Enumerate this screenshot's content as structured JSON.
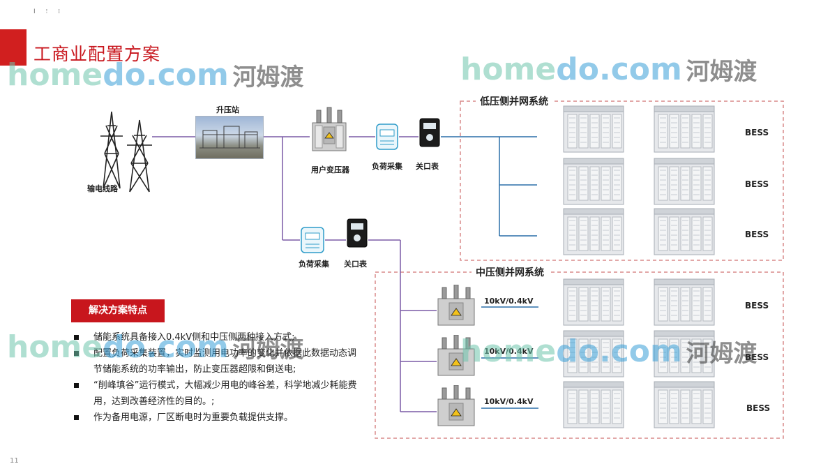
{
  "slide": {
    "title": "工商业配置方案",
    "page_number": "11",
    "header_marks": "I ⁝ ⁞"
  },
  "diagram": {
    "transmission_label": "输电线路",
    "substation_label": "升压站",
    "user_transformer_label": "用户变压器",
    "load_collection_label_1": "负荷采集",
    "gateway_meter_label_1": "关口表",
    "load_collection_label_2": "负荷采集",
    "gateway_meter_label_2": "关口表",
    "low_voltage_system_title": "低压侧并网系统",
    "medium_voltage_system_title": "中压侧并网系统",
    "bess_labels": [
      "BESS",
      "BESS",
      "BESS",
      "BESS",
      "BESS",
      "BESS"
    ],
    "kv_labels": [
      "10kV/0.4kV",
      "10kV/0.4kV",
      "10kV/0.4kV"
    ],
    "colors": {
      "line": "#7a5aa6",
      "accent": "#c8161d",
      "dash": "#d98a8a"
    }
  },
  "features": {
    "heading": "解决方案特点",
    "items": [
      "储能系统具备接入0.4kV侧和中压侧两种接入方式;",
      "配置负荷采集装置，实时监测用电功率的变化并依据此数据动态调节储能系统的功率输出，防止变压器超限和倒送电;",
      "“削峰填谷”运行模式，大幅减少用电的峰谷差，科学地减少耗能费用，达到改善经济性的目的。;",
      "作为备用电源，厂区断电时为重要负载提供支撑。"
    ]
  },
  "watermark": {
    "home": "home",
    "do_com": "do.com",
    "brand": "河姆渡"
  }
}
